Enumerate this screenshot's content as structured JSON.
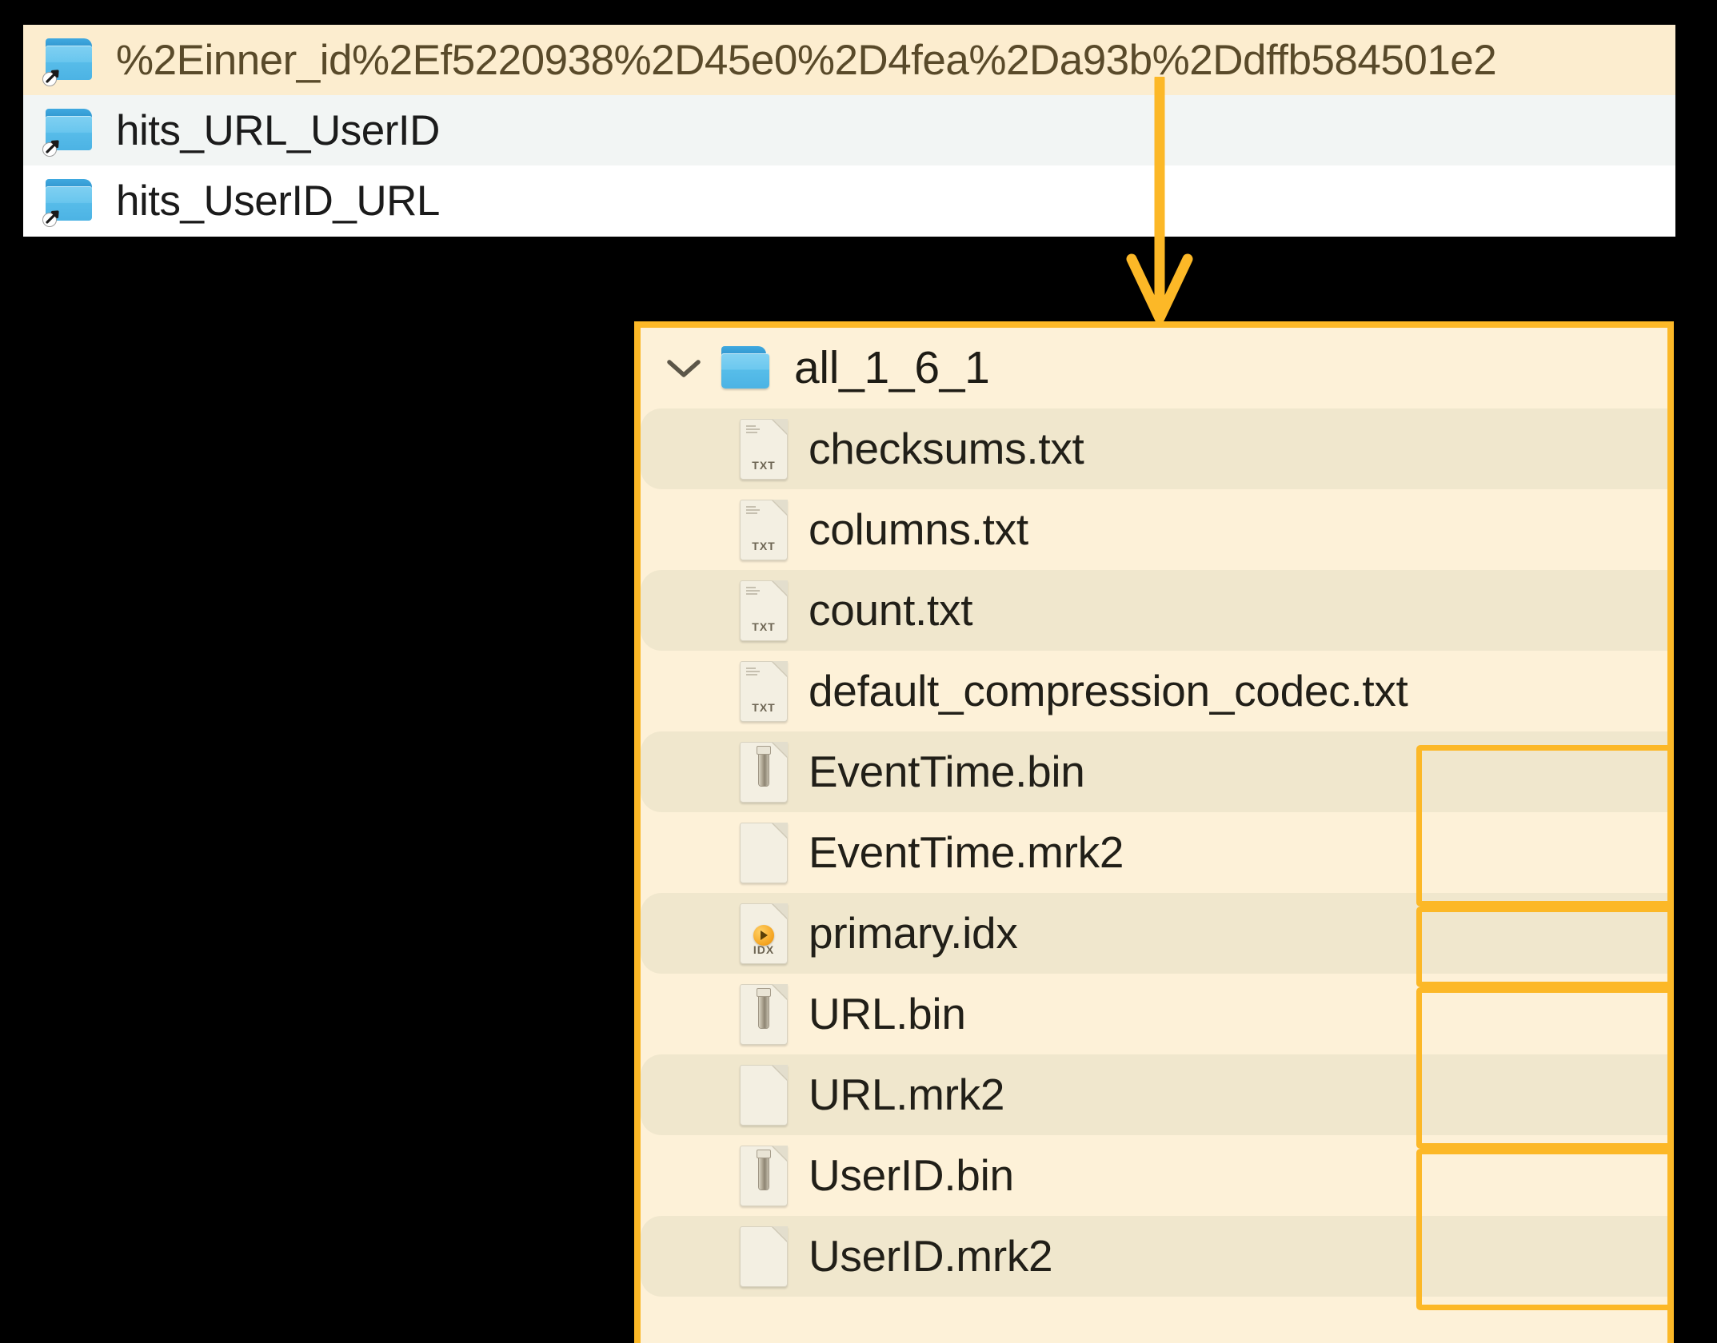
{
  "colors": {
    "highlight_orange": "#fcb827",
    "panel_background": "#fdf1d8",
    "selected_row": "#fcedcf",
    "alt_row_top": "#f2f5f4",
    "folder_blue": "#57bde9"
  },
  "top_panel": {
    "name": "folder-shortcut-list",
    "rows": [
      {
        "label": "%2Einner_id%2Ef5220938%2D45e0%2D4fea%2Da93b%2Ddffb584501e2",
        "icon": "link-folder-icon",
        "state": "selected"
      },
      {
        "label": "hits_URL_UserID",
        "icon": "link-folder-icon",
        "state": "alternate"
      },
      {
        "label": "hits_UserID_URL",
        "icon": "link-folder-icon",
        "state": "normal"
      }
    ]
  },
  "annotation": {
    "arrow": "down-arrow-annotation",
    "color": "#fcb827"
  },
  "detail_panel": {
    "name": "part-directory-listing",
    "header": {
      "label": "all_1_6_1",
      "icon": "folder-icon",
      "disclosure": "chevron-down-icon",
      "expanded": true
    },
    "files": [
      {
        "label": "checksums.txt",
        "icon": "txt-file-icon",
        "icon_tag": "TXT",
        "stripe": "odd",
        "boxed": false
      },
      {
        "label": "columns.txt",
        "icon": "txt-file-icon",
        "icon_tag": "TXT",
        "stripe": "even",
        "boxed": false
      },
      {
        "label": "count.txt",
        "icon": "txt-file-icon",
        "icon_tag": "TXT",
        "stripe": "odd",
        "boxed": false
      },
      {
        "label": "default_compression_codec.txt",
        "icon": "txt-file-icon",
        "icon_tag": "TXT",
        "stripe": "even",
        "boxed": false
      },
      {
        "label": "EventTime.bin",
        "icon": "binary-file-icon",
        "icon_tag": "",
        "stripe": "odd",
        "boxed": true
      },
      {
        "label": "EventTime.mrk2",
        "icon": "blank-file-icon",
        "icon_tag": "",
        "stripe": "even",
        "boxed": true
      },
      {
        "label": "primary.idx",
        "icon": "index-file-icon",
        "icon_tag": "IDX",
        "stripe": "odd",
        "boxed": true
      },
      {
        "label": "URL.bin",
        "icon": "binary-file-icon",
        "icon_tag": "",
        "stripe": "even",
        "boxed": true
      },
      {
        "label": "URL.mrk2",
        "icon": "blank-file-icon",
        "icon_tag": "",
        "stripe": "odd",
        "boxed": true
      },
      {
        "label": "UserID.bin",
        "icon": "binary-file-icon",
        "icon_tag": "",
        "stripe": "even",
        "boxed": true
      },
      {
        "label": "UserID.mrk2",
        "icon": "blank-file-icon",
        "icon_tag": "",
        "stripe": "odd",
        "boxed": true
      }
    ],
    "highlight_groups": [
      {
        "name": "eventtime-group",
        "from": 4,
        "to": 5
      },
      {
        "name": "primary-idx-group",
        "from": 6,
        "to": 6
      },
      {
        "name": "url-group",
        "from": 7,
        "to": 8
      },
      {
        "name": "userid-group",
        "from": 9,
        "to": 10
      }
    ]
  }
}
